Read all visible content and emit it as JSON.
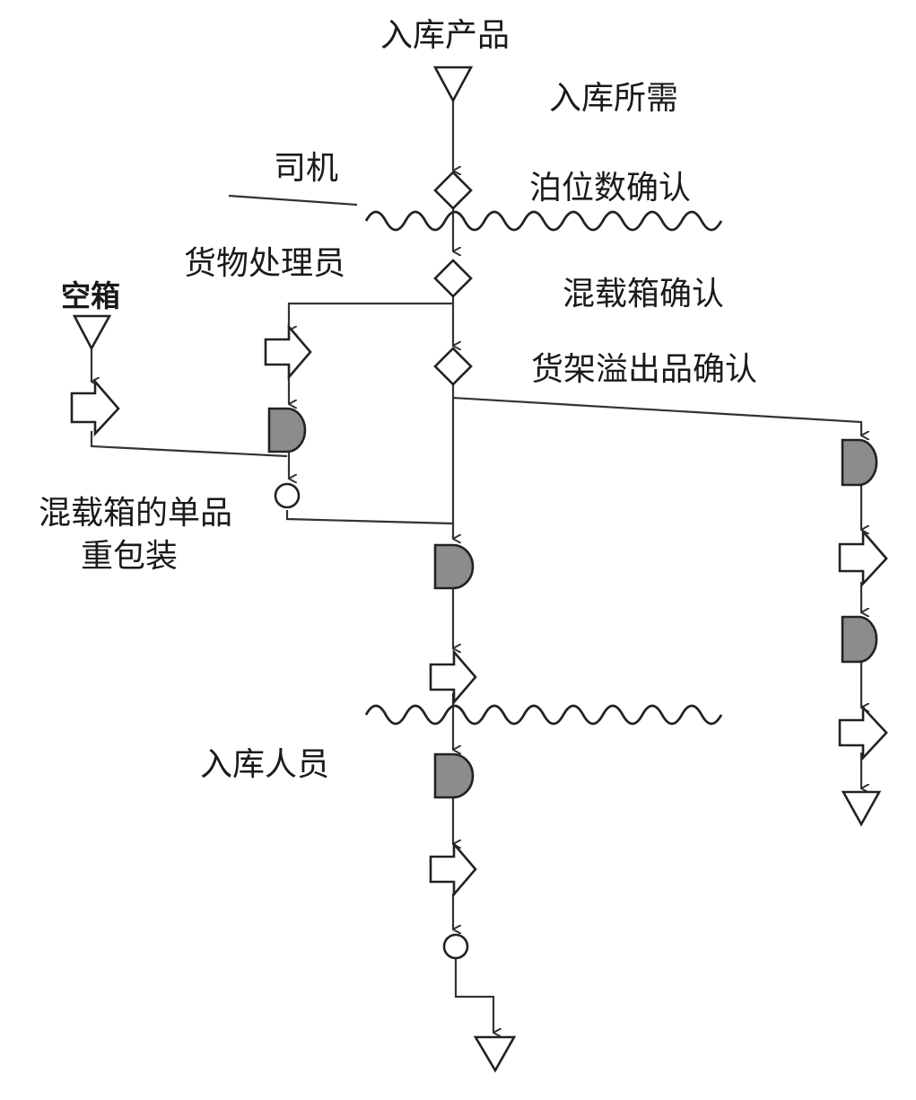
{
  "labels": {
    "inbound_product": "入库产品",
    "inbound_required": "入库所需",
    "driver": "司机",
    "berth_check": "泊位数确认",
    "cargo_handler": "货物处理员",
    "mixed_box_check": "混载箱确认",
    "empty_box": "空箱",
    "shelf_overflow_check": "货架溢出品确认",
    "repack_line1": "混载箱的单品",
    "repack_line2": "重包装",
    "inbound_staff": "入库人员"
  },
  "symbol_legend": {
    "storage": "triangle",
    "inspection": "diamond",
    "transport": "arrow",
    "delay": "d-shape",
    "operation": "circle"
  }
}
